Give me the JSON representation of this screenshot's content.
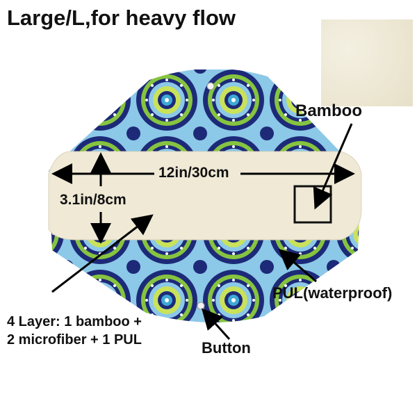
{
  "title": "Large/L,for heavy flow",
  "labels": {
    "bamboo": "Bamboo",
    "length": "12in/30cm",
    "width": "3.1in/8cm",
    "pul": "PUL(waterproof)",
    "layers_line1": "4 Layer: 1 bamboo +",
    "layers_line2": "2 microfiber + 1 PUL",
    "button": "Button"
  },
  "colors": {
    "pattern_background": "#8cc8e8",
    "pattern_navy": "#1d2a78",
    "pattern_green": "#86c440",
    "pattern_lime": "#c9e25a",
    "fabric_cream": "#efe9d6"
  },
  "icons": [
    "bamboo-swatch",
    "snap-button-icon",
    "arrow-icon"
  ]
}
